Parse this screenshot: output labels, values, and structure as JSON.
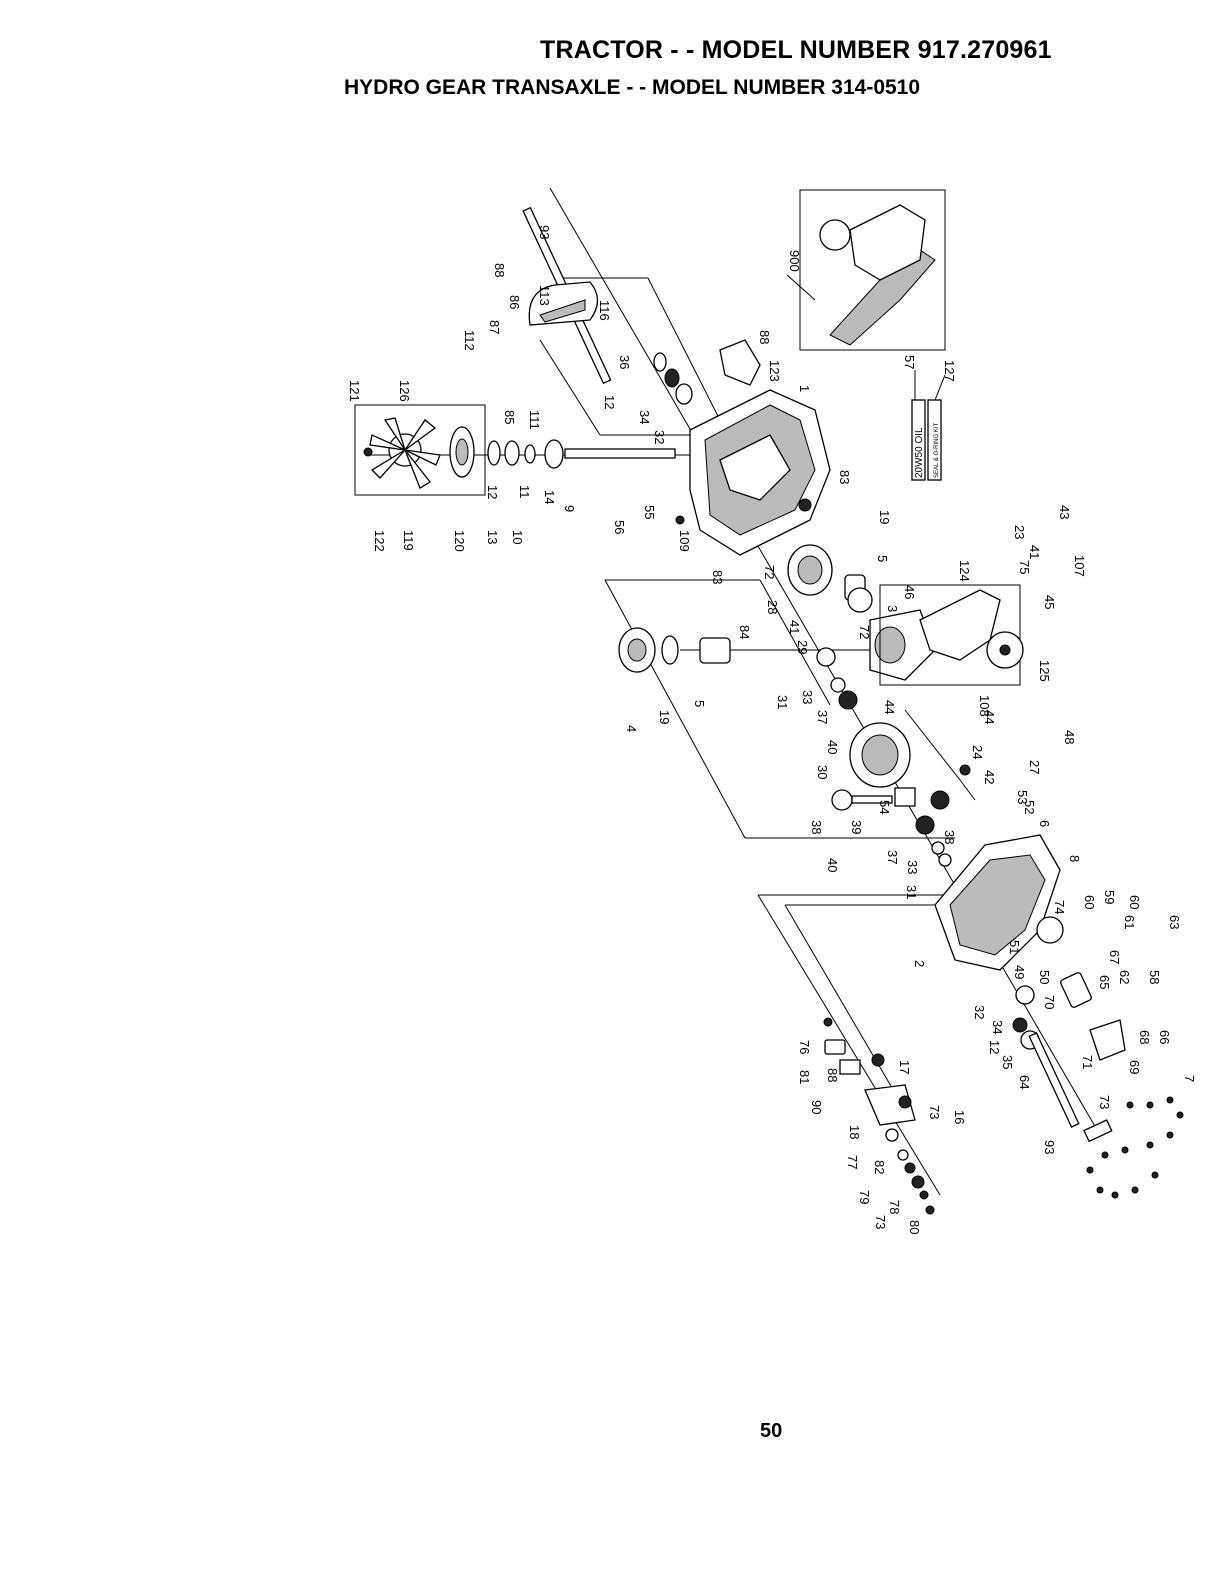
{
  "header": {
    "title_line1": "TRACTOR - - MODEL NUMBER 917.270961",
    "title_line2": "HYDRO GEAR TRANSAXLE - - MODEL NUMBER 314-0510"
  },
  "page_number": "50",
  "inset": {
    "label": "900",
    "oil_label": "20W50 OIL",
    "oil_ref": "57",
    "kit_label": "SEAL & O-RING KIT",
    "kit_ref": "127"
  },
  "labels": [
    "121",
    "126",
    "122",
    "119",
    "120",
    "13",
    "12",
    "10",
    "11",
    "14",
    "9",
    "85",
    "111",
    "112",
    "87",
    "86",
    "88",
    "113",
    "93",
    "116",
    "36",
    "12",
    "34",
    "32",
    "88",
    "123",
    "1",
    "56",
    "55",
    "109",
    "83",
    "83",
    "19",
    "72",
    "28",
    "41",
    "84",
    "29",
    "72",
    "5",
    "3",
    "46",
    "124",
    "23",
    "75",
    "41",
    "43",
    "107",
    "45",
    "125",
    "4",
    "19",
    "5",
    "31",
    "33",
    "37",
    "40",
    "44",
    "108",
    "44",
    "24",
    "30",
    "42",
    "27",
    "48",
    "53",
    "52",
    "38",
    "39",
    "54",
    "38",
    "6",
    "37",
    "40",
    "33",
    "31",
    "8",
    "74",
    "60",
    "59",
    "60",
    "2",
    "51",
    "49",
    "50",
    "32",
    "70",
    "67",
    "61",
    "65",
    "62",
    "58",
    "63",
    "12",
    "34",
    "35",
    "64",
    "71",
    "68",
    "66",
    "69",
    "73",
    "7",
    "76",
    "81",
    "90",
    "88",
    "17",
    "18",
    "73",
    "16",
    "77",
    "82",
    "79",
    "78",
    "73",
    "80",
    "93"
  ]
}
